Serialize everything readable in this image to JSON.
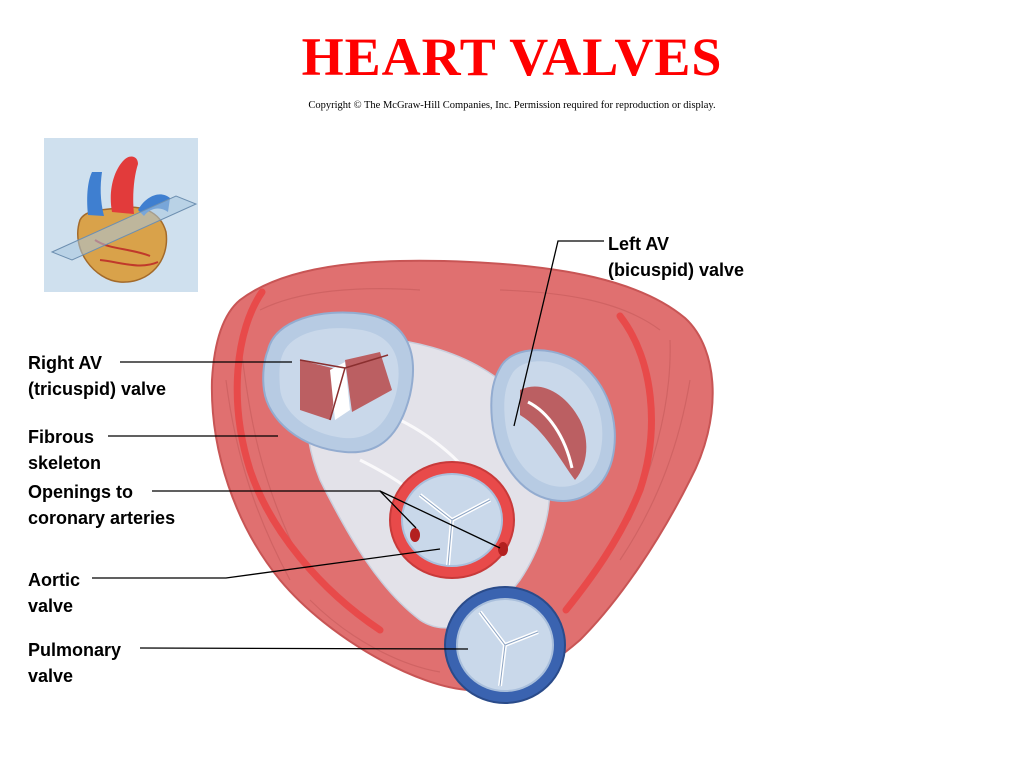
{
  "slide": {
    "title": "HEART VALVES",
    "copyright": "Copyright © The McGraw-Hill Companies, Inc. Permission required for reproduction or display."
  },
  "labels": {
    "left_av": [
      "Left AV",
      "(bicuspid) valve"
    ],
    "right_av": [
      "Right AV",
      "(tricuspid) valve"
    ],
    "fibrous": [
      "Fibrous",
      "skeleton"
    ],
    "openings": [
      "Openings to",
      "coronary arteries"
    ],
    "aortic": [
      "Aortic",
      "valve"
    ],
    "pulmonary": [
      "Pulmonary",
      "valve"
    ]
  },
  "colors": {
    "title": "#ff0000",
    "muscle": "#e07070",
    "muscle_dark": "#c85555",
    "artery": "#e84a4a",
    "fibrous": "#e4ecf4",
    "valve_ring": "#b7cbe3",
    "valve_inner": "#c9d8ea",
    "pulmonary_ring": "#3a63b0",
    "thumb_bg": "#cfe0ee"
  }
}
